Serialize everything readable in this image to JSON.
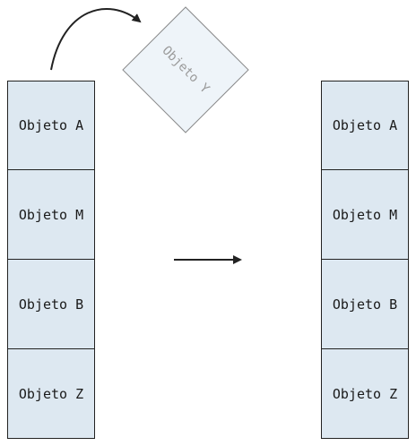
{
  "left_stack": {
    "items": [
      {
        "label": "Objeto A"
      },
      {
        "label": "Objeto M"
      },
      {
        "label": "Objeto B"
      },
      {
        "label": "Objeto Z"
      }
    ]
  },
  "popped_item": {
    "label": "Objeto Y"
  },
  "right_stack": {
    "items": [
      {
        "label": "Objeto A"
      },
      {
        "label": "Objeto M"
      },
      {
        "label": "Objeto B"
      },
      {
        "label": "Objeto Z"
      }
    ]
  },
  "colors": {
    "cell_fill": "#dde8f1",
    "popped_fill": "#eef4f9",
    "stroke": "#222222"
  }
}
